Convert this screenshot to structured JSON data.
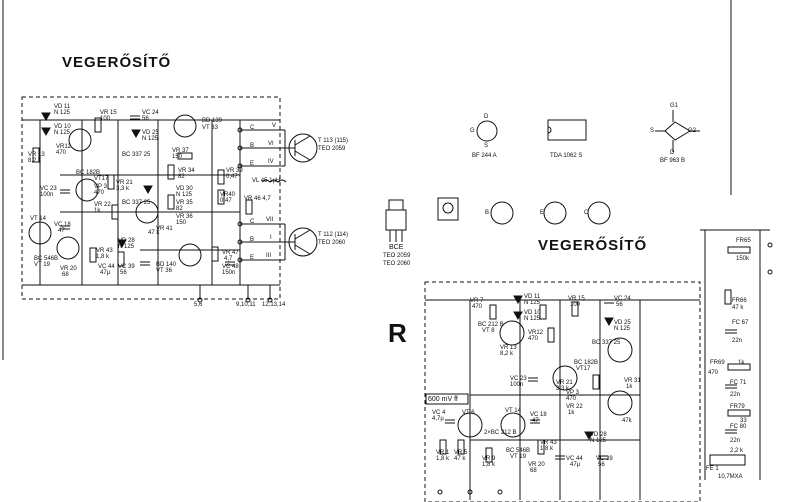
{
  "title_main": "VEGERŐSÍTŐ",
  "title_second": "VEGERŐSÍTŐ",
  "big_letter": "R",
  "voltage_label": "600 mV ff",
  "left_components": [
    {
      "id": "vd11",
      "text": "VD 11"
    },
    {
      "id": "n125a",
      "text": "N 125"
    },
    {
      "id": "vd10",
      "text": "VD 10"
    },
    {
      "id": "n125b",
      "text": "N 125"
    },
    {
      "id": "vr15",
      "text": "VR 15"
    },
    {
      "id": "r100a",
      "text": "100"
    },
    {
      "id": "vr13",
      "text": "VR 13"
    },
    {
      "id": "r82k",
      "text": "8,2 k"
    },
    {
      "id": "vr12",
      "text": "VR12"
    },
    {
      "id": "r470",
      "text": "470"
    },
    {
      "id": "vc24",
      "text": "VC 24"
    },
    {
      "id": "c56",
      "text": "56"
    },
    {
      "id": "bd139",
      "text": "BD 139"
    },
    {
      "id": "vt33",
      "text": "VT 33"
    },
    {
      "id": "vd25",
      "text": "VD 25"
    },
    {
      "id": "n125c",
      "text": "N 125"
    },
    {
      "id": "bc337a",
      "text": "BC 337 25"
    },
    {
      "id": "vr37",
      "text": "VR 37"
    },
    {
      "id": "r150",
      "text": "150"
    },
    {
      "id": "vr34",
      "text": "VR 34"
    },
    {
      "id": "r82",
      "text": "82"
    },
    {
      "id": "vr39",
      "text": "VR 39"
    },
    {
      "id": "r047a",
      "text": "0,47"
    },
    {
      "id": "bc182b",
      "text": "BC 182B"
    },
    {
      "id": "vt17",
      "text": "VT17"
    },
    {
      "id": "vc23",
      "text": "VC 23"
    },
    {
      "id": "c100n",
      "text": "100n"
    },
    {
      "id": "vr21",
      "text": "VR 21"
    },
    {
      "id": "r33k",
      "text": "3,3 k"
    },
    {
      "id": "vp3",
      "text": "VP 3"
    },
    {
      "id": "r470b",
      "text": "470"
    },
    {
      "id": "vr22",
      "text": "VR 22"
    },
    {
      "id": "r1k",
      "text": "1k"
    },
    {
      "id": "vd30",
      "text": "VD 30"
    },
    {
      "id": "n125d",
      "text": "N 125"
    },
    {
      "id": "vr35",
      "text": "VR 35"
    },
    {
      "id": "r82b",
      "text": "82"
    },
    {
      "id": "vr36",
      "text": "VR 36"
    },
    {
      "id": "r150b",
      "text": "150"
    },
    {
      "id": "vr40",
      "text": "VR40"
    },
    {
      "id": "r047b",
      "text": "0,47"
    },
    {
      "id": "vl45",
      "text": "VL 45 1µH"
    },
    {
      "id": "vr46",
      "text": "VR 46 4,7"
    },
    {
      "id": "bc337b",
      "text": "BC 337 25"
    },
    {
      "id": "vt14",
      "text": "VT 14"
    },
    {
      "id": "vc18",
      "text": "VC 18"
    },
    {
      "id": "c47",
      "text": "47"
    },
    {
      "id": "bc546b",
      "text": "BC 546B"
    },
    {
      "id": "vt19",
      "text": "VT 19"
    },
    {
      "id": "vr20",
      "text": "VR 20"
    },
    {
      "id": "r68",
      "text": "68"
    },
    {
      "id": "vd28",
      "text": "VD 28"
    },
    {
      "id": "n125e",
      "text": "N 125"
    },
    {
      "id": "vr43",
      "text": "VR 43"
    },
    {
      "id": "r18k",
      "text": "1,8 k"
    },
    {
      "id": "vc44",
      "text": "VC 44"
    },
    {
      "id": "c47u",
      "text": "47µ"
    },
    {
      "id": "vc39",
      "text": "VC 39"
    },
    {
      "id": "c56b",
      "text": "56"
    },
    {
      "id": "vr41",
      "text": "VR 41"
    },
    {
      "id": "r47k",
      "text": "47 k"
    },
    {
      "id": "bd140",
      "text": "BD 140"
    },
    {
      "id": "vt36",
      "text": "VT 36"
    },
    {
      "id": "vr47",
      "text": "VR 47"
    },
    {
      "id": "r47",
      "text": "4,7"
    },
    {
      "id": "vc48",
      "text": "VC 48"
    },
    {
      "id": "c150n",
      "text": "150n"
    },
    {
      "id": "t113",
      "text": "T 113 (115)"
    },
    {
      "id": "teo2059a",
      "text": "TEO 2059"
    },
    {
      "id": "t112",
      "text": "T 112 (114)"
    },
    {
      "id": "teo2060a",
      "text": "TEO 2060"
    }
  ],
  "terminals_left": [
    "5,6",
    "9,10,11",
    "12,13,14"
  ],
  "terminal_letters": [
    "C",
    "B",
    "E",
    "C",
    "B",
    "E"
  ],
  "terminal_marks": [
    "V",
    "VI",
    "IV",
    "VII",
    "I",
    "III"
  ],
  "packages": {
    "bce": "BCE",
    "teo2059": "TEO 2059",
    "teo2060": "TEO 2060",
    "bf244a": "BF 244 A",
    "tda1062s": "TDA 1062 S",
    "bf963b": "BF 963 B",
    "pins_fet": [
      "D",
      "G",
      "S"
    ],
    "pins_dual": [
      "G1",
      "G2",
      "S",
      "D"
    ],
    "pins_bce": [
      "B",
      "E",
      "C"
    ]
  },
  "right_components": [
    {
      "id": "vr7",
      "text": "VR 7"
    },
    {
      "id": "r470r",
      "text": "470"
    },
    {
      "id": "vd11r",
      "text": "VD 11"
    },
    {
      "id": "n125r1",
      "text": "N 125"
    },
    {
      "id": "vd10r",
      "text": "VD 10"
    },
    {
      "id": "n125r2",
      "text": "N 125"
    },
    {
      "id": "vr15r",
      "text": "VR 15"
    },
    {
      "id": "r100r",
      "text": "100"
    },
    {
      "id": "vc24r",
      "text": "VC 24"
    },
    {
      "id": "c56r",
      "text": "56"
    },
    {
      "id": "bc212b",
      "text": "BC 212 B"
    },
    {
      "id": "vt8",
      "text": "VT 8"
    },
    {
      "id": "vr12r",
      "text": "VR12"
    },
    {
      "id": "r470r2",
      "text": "470"
    },
    {
      "id": "vr13r",
      "text": "VR 13"
    },
    {
      "id": "r82kr",
      "text": "8,2 k"
    },
    {
      "id": "vd25r",
      "text": "VD 25"
    },
    {
      "id": "n125r3",
      "text": "N 125"
    },
    {
      "id": "bc337r",
      "text": "BC 337 25"
    },
    {
      "id": "bc182br",
      "text": "BC 182B"
    },
    {
      "id": "vt17r",
      "text": "VT17"
    },
    {
      "id": "vc23r",
      "text": "VC 23"
    },
    {
      "id": "c100nr",
      "text": "100n"
    },
    {
      "id": "vr21r",
      "text": "VR 21"
    },
    {
      "id": "r33kr",
      "text": "3,3 k"
    },
    {
      "id": "vp3r",
      "text": "VP 3"
    },
    {
      "id": "r470r3",
      "text": "470"
    },
    {
      "id": "vr22r",
      "text": "VR 22"
    },
    {
      "id": "r1kr",
      "text": "1k"
    },
    {
      "id": "vr31",
      "text": "VR 31"
    },
    {
      "id": "r1kr2",
      "text": "1k"
    },
    {
      "id": "vc4",
      "text": "VC 4"
    },
    {
      "id": "c47ur",
      "text": "4,7µ"
    },
    {
      "id": "vt6",
      "text": "VT 6"
    },
    {
      "id": "vt14r",
      "text": "VT 14"
    },
    {
      "id": "bc212b2",
      "text": "2×BC 212 B"
    },
    {
      "id": "vc18r",
      "text": "VC 18"
    },
    {
      "id": "c47r",
      "text": "47"
    },
    {
      "id": "bc546br",
      "text": "BC 546B"
    },
    {
      "id": "vt19r",
      "text": "VT 19"
    },
    {
      "id": "vr1",
      "text": "VR 1"
    },
    {
      "id": "r18kr",
      "text": "1,8 k"
    },
    {
      "id": "vr5",
      "text": "VR 5"
    },
    {
      "id": "r47kr",
      "text": "47 k"
    },
    {
      "id": "vr9",
      "text": "VR 9"
    },
    {
      "id": "r18kr2",
      "text": "1,8 k"
    },
    {
      "id": "vr20r",
      "text": "VR 20"
    },
    {
      "id": "r68r",
      "text": "68"
    },
    {
      "id": "vr43r",
      "text": "VR 43"
    },
    {
      "id": "r18kr3",
      "text": "1,8 k"
    },
    {
      "id": "vc44r",
      "text": "VC 44"
    },
    {
      "id": "c47ur2",
      "text": "47µ"
    },
    {
      "id": "vd28r",
      "text": "VD 28"
    },
    {
      "id": "n125r4",
      "text": "N 125"
    },
    {
      "id": "vc39r",
      "text": "VC 39"
    },
    {
      "id": "c56r2",
      "text": "56"
    },
    {
      "id": "r47kr2",
      "text": "47k"
    }
  ],
  "far_right_components": [
    {
      "id": "fr65",
      "text": "FR65"
    },
    {
      "id": "r150k",
      "text": "150k"
    },
    {
      "id": "fr66",
      "text": "FR66"
    },
    {
      "id": "r47kfr",
      "text": "47 k"
    },
    {
      "id": "fc67",
      "text": "FC 67"
    },
    {
      "id": "c22n",
      "text": "22n"
    },
    {
      "id": "fr69",
      "text": "FR69"
    },
    {
      "id": "r1kfr",
      "text": "1k"
    },
    {
      "id": "fc71",
      "text": "FC 71"
    },
    {
      "id": "c22nb",
      "text": "22n"
    },
    {
      "id": "fr79",
      "text": "FR79"
    },
    {
      "id": "r33",
      "text": "33"
    },
    {
      "id": "fc80",
      "text": "FC 80"
    },
    {
      "id": "c22n2",
      "text": "22n"
    },
    {
      "id": "fr470",
      "text": "470"
    },
    {
      "id": "fr73",
      "text": "2,2 k"
    },
    {
      "id": "fe1",
      "text": "FE 1"
    },
    {
      "id": "fe107",
      "text": "10,7MXA"
    }
  ]
}
